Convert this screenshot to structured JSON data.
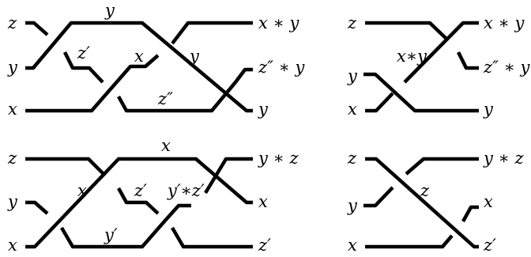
{
  "panels": [
    {
      "id": "top-left",
      "labels": {
        "z_in": "z",
        "y_in": "y",
        "x_in": "x",
        "top_arc": "y",
        "z_prime": "z′",
        "x_mid": "x",
        "y_mid": "y",
        "z_double_prime": "z″",
        "out_top": "x ∗ y",
        "out_mid": "z″ ∗ y",
        "out_bot": "y"
      }
    },
    {
      "id": "top-right",
      "labels": {
        "z_in": "z",
        "y_in": "y",
        "x_in": "x",
        "x_star_y": "x∗y",
        "out_top": "x ∗ y",
        "out_mid": "z″ ∗ y",
        "out_bot": "y"
      }
    },
    {
      "id": "bottom-left",
      "labels": {
        "z_in": "z",
        "y_in": "y",
        "x_in": "x",
        "top_arc": "x",
        "x_mid": "x",
        "z_prime": "z′",
        "y_prime_star_z_prime": "y′∗z′",
        "y_prime": "y′",
        "out_top": "y ∗ z",
        "out_mid": "x",
        "out_bot": "z′"
      }
    },
    {
      "id": "bottom-right",
      "labels": {
        "z_in": "z",
        "y_in": "y",
        "x_in": "x",
        "z_mid": "z",
        "out_top": "y ∗ z",
        "out_mid": "x",
        "out_bot": "z′"
      }
    }
  ]
}
